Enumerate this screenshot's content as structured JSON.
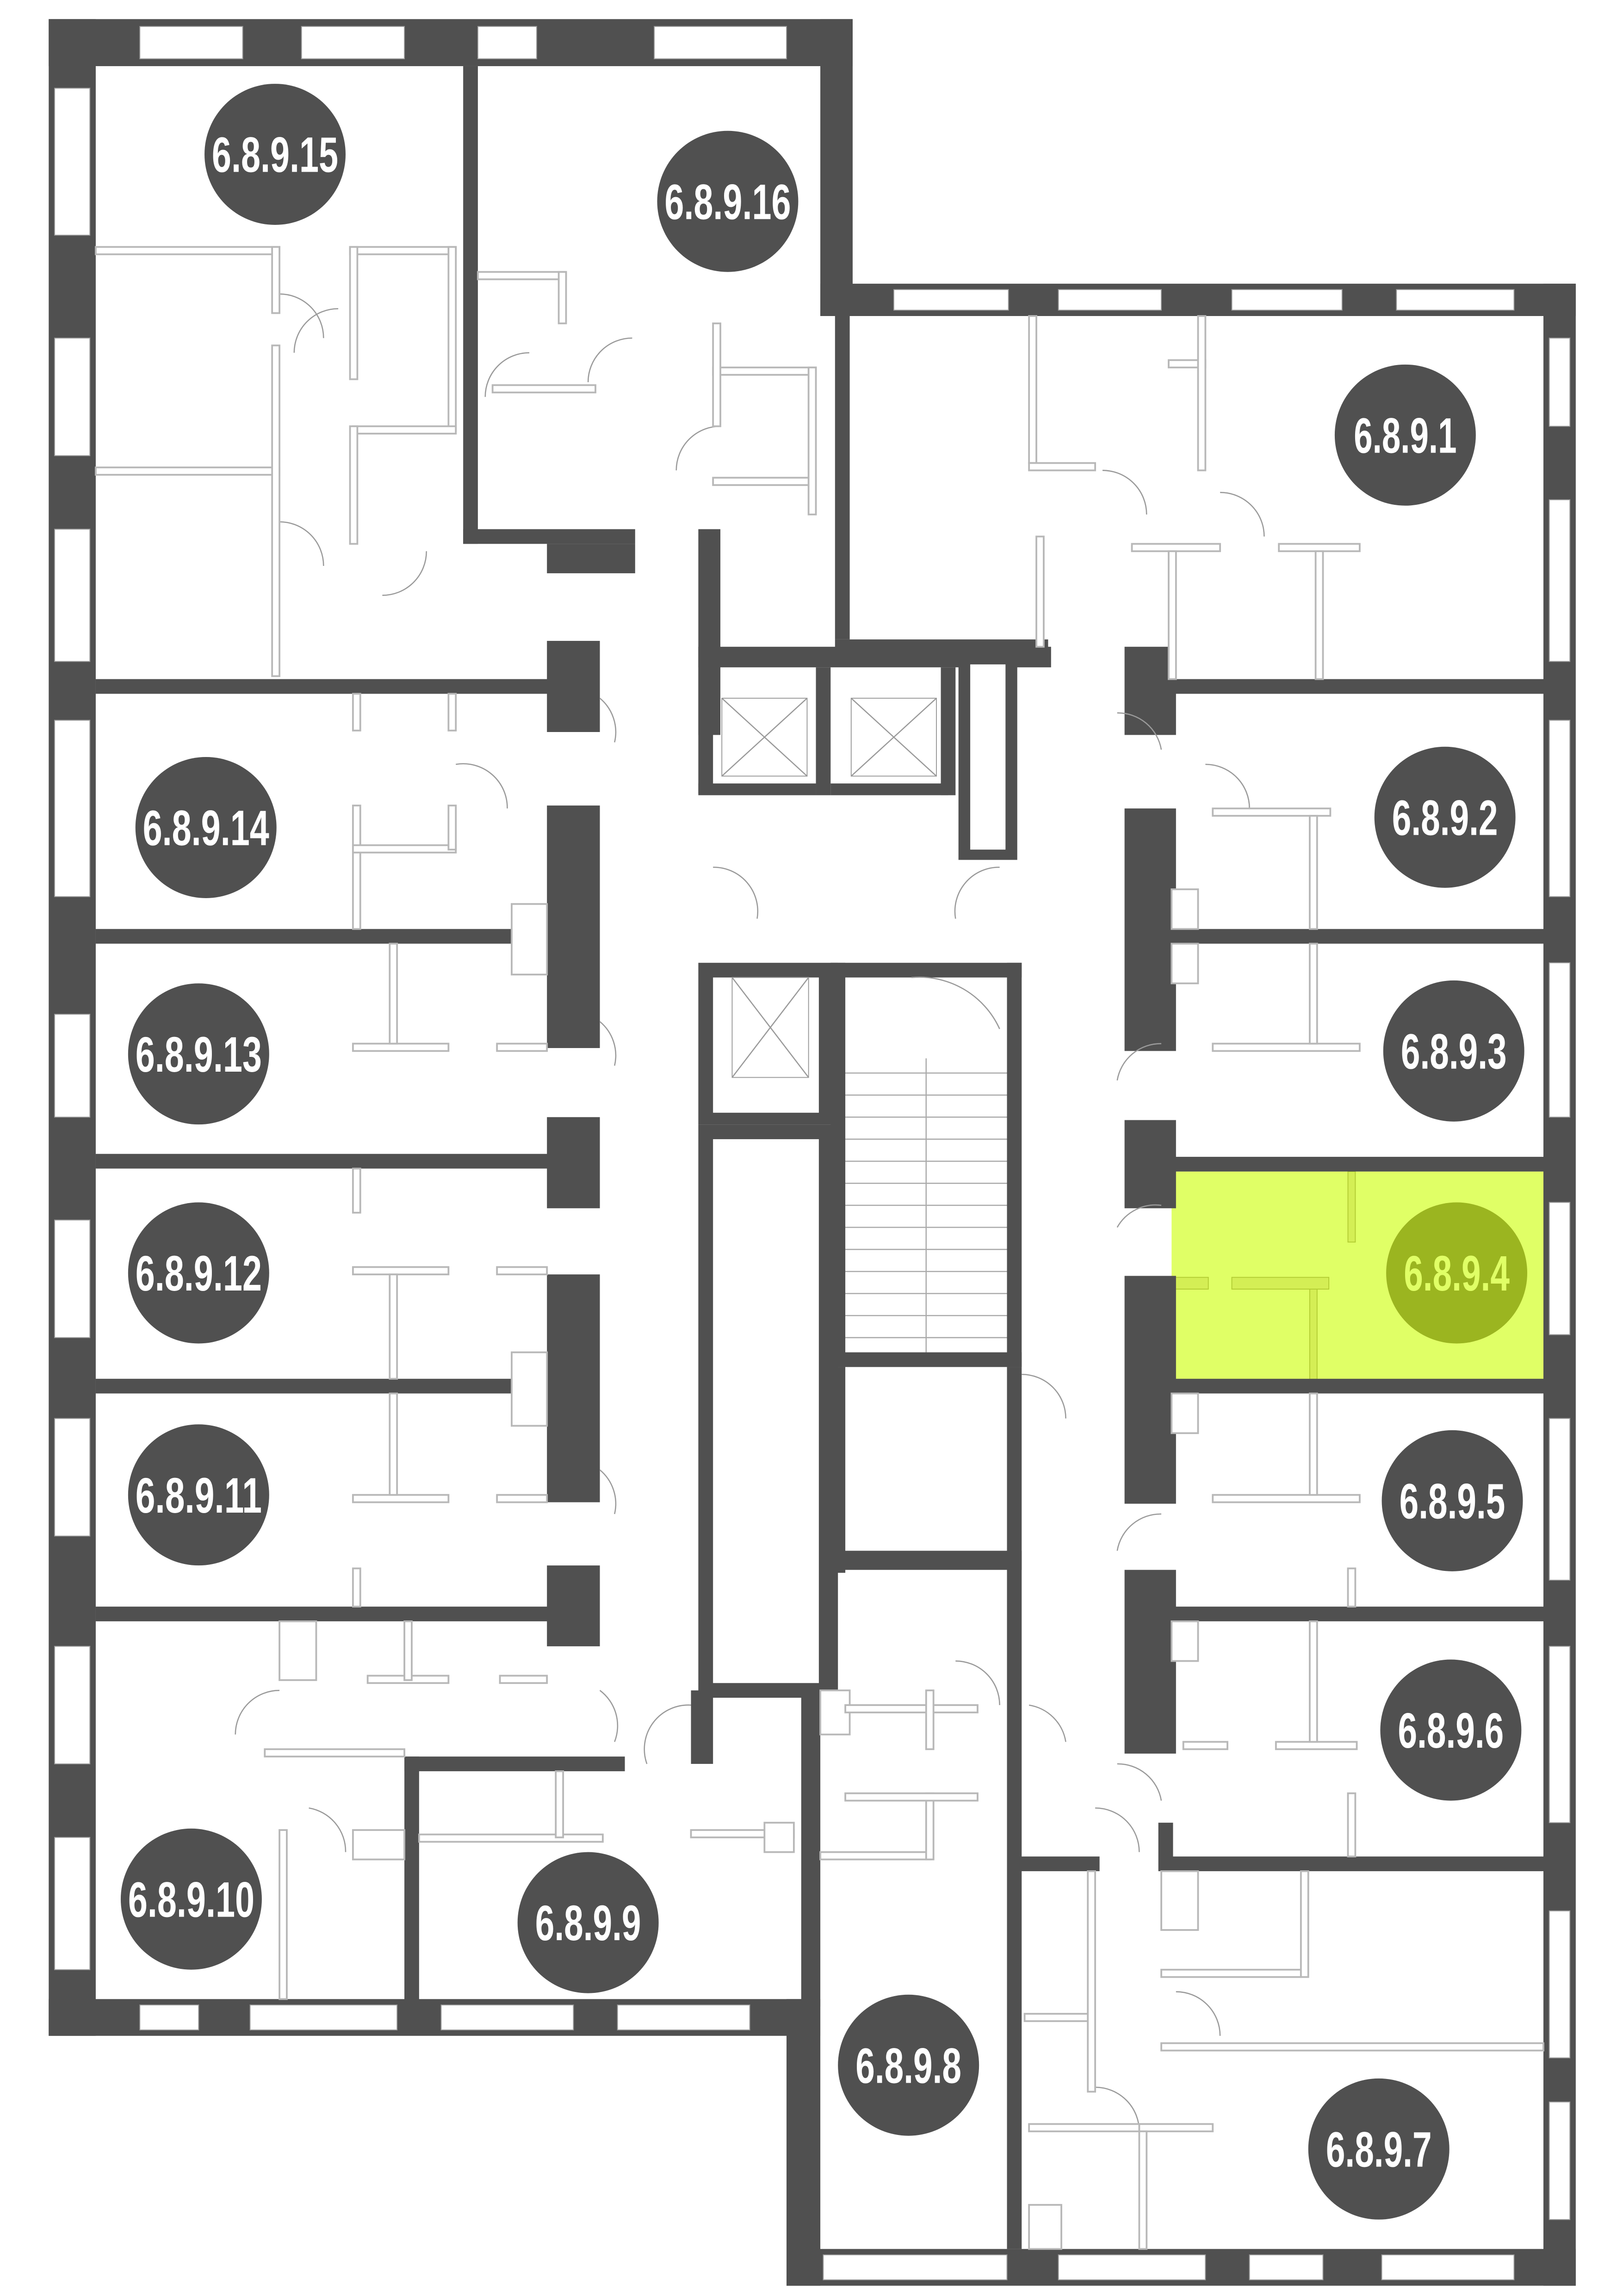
{
  "floor_plan": {
    "title": "Floor plan, floor 9",
    "colors": {
      "wall": "#505050",
      "highlight": "#e0ff66",
      "highlight_marker": "#9bb520",
      "marker": "#505050",
      "marker_text": "#ffffff"
    },
    "selected_unit": "6.8.9.4",
    "units": {
      "u1": {
        "label": "6.8.9.1"
      },
      "u2": {
        "label": "6.8.9.2"
      },
      "u3": {
        "label": "6.8.9.3"
      },
      "u4": {
        "label": "6.8.9.4"
      },
      "u5": {
        "label": "6.8.9.5"
      },
      "u6": {
        "label": "6.8.9.6"
      },
      "u7": {
        "label": "6.8.9.7"
      },
      "u8": {
        "label": "6.8.9.8"
      },
      "u9": {
        "label": "6.8.9.9"
      },
      "u10": {
        "label": "6.8.9.10"
      },
      "u11": {
        "label": "6.8.9.11"
      },
      "u12": {
        "label": "6.8.9.12"
      },
      "u13": {
        "label": "6.8.9.13"
      },
      "u14": {
        "label": "6.8.9.14"
      },
      "u15": {
        "label": "6.8.9.15"
      },
      "u16": {
        "label": "6.8.9.16"
      }
    }
  }
}
